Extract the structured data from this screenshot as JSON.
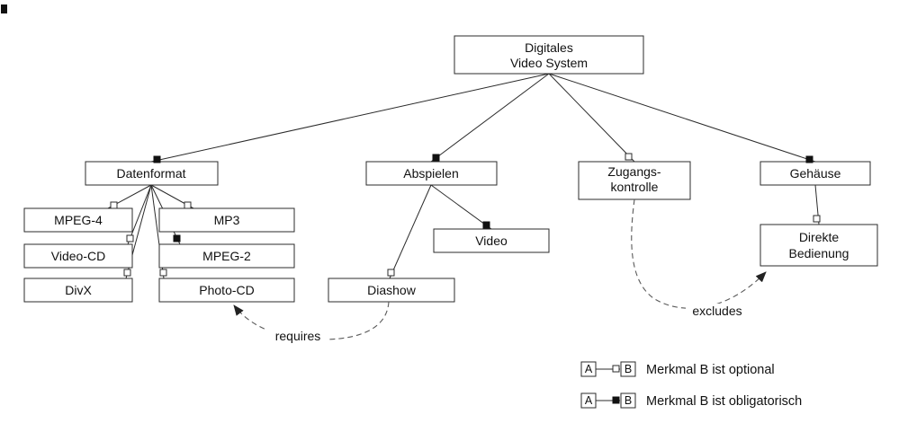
{
  "diagram": {
    "type": "feature-model",
    "root": {
      "label_line1": "Digitales",
      "label_line2": "Video System"
    },
    "features": {
      "datenformat": "Datenformat",
      "abspielen": "Abspielen",
      "zugangskontrolle_line1": "Zugangs-",
      "zugangskontrolle_line2": "kontrolle",
      "gehaeuse": "Gehäuse",
      "mpeg4": "MPEG-4",
      "mp3": "MP3",
      "videocd": "Video-CD",
      "mpeg2": "MPEG-2",
      "divx": "DivX",
      "photocd": "Photo-CD",
      "diashow": "Diashow",
      "video": "Video",
      "direkte_line1": "Direkte",
      "direkte_line2": "Bedienung"
    },
    "constraints": {
      "requires_label": "requires",
      "excludes_label": "excludes"
    },
    "legend": {
      "a_label": "A",
      "b_label": "B",
      "row_optional": "Merkmal B ist optional",
      "row_mandatory": "Merkmal B ist obligatorisch"
    },
    "edges": [
      {
        "from": "Digitales Video System",
        "to": "Datenformat",
        "type": "obligatorisch"
      },
      {
        "from": "Digitales Video System",
        "to": "Abspielen",
        "type": "obligatorisch"
      },
      {
        "from": "Digitales Video System",
        "to": "Zugangskontrolle",
        "type": "optional"
      },
      {
        "from": "Digitales Video System",
        "to": "Gehäuse",
        "type": "obligatorisch"
      },
      {
        "from": "Datenformat",
        "to": "MPEG-4",
        "type": "optional"
      },
      {
        "from": "Datenformat",
        "to": "MP3",
        "type": "optional"
      },
      {
        "from": "Datenformat",
        "to": "Video-CD",
        "type": "optional"
      },
      {
        "from": "Datenformat",
        "to": "MPEG-2",
        "type": "obligatorisch"
      },
      {
        "from": "Datenformat",
        "to": "DivX",
        "type": "optional"
      },
      {
        "from": "Datenformat",
        "to": "Photo-CD",
        "type": "optional"
      },
      {
        "from": "Abspielen",
        "to": "Video",
        "type": "obligatorisch"
      },
      {
        "from": "Abspielen",
        "to": "Diashow",
        "type": "optional"
      },
      {
        "from": "Gehäuse",
        "to": "Direkte Bedienung",
        "type": "optional"
      },
      {
        "from": "Diashow",
        "to": "Photo-CD",
        "type": "requires"
      },
      {
        "from": "Zugangskontrolle",
        "to": "Direkte Bedienung",
        "type": "excludes"
      }
    ]
  }
}
